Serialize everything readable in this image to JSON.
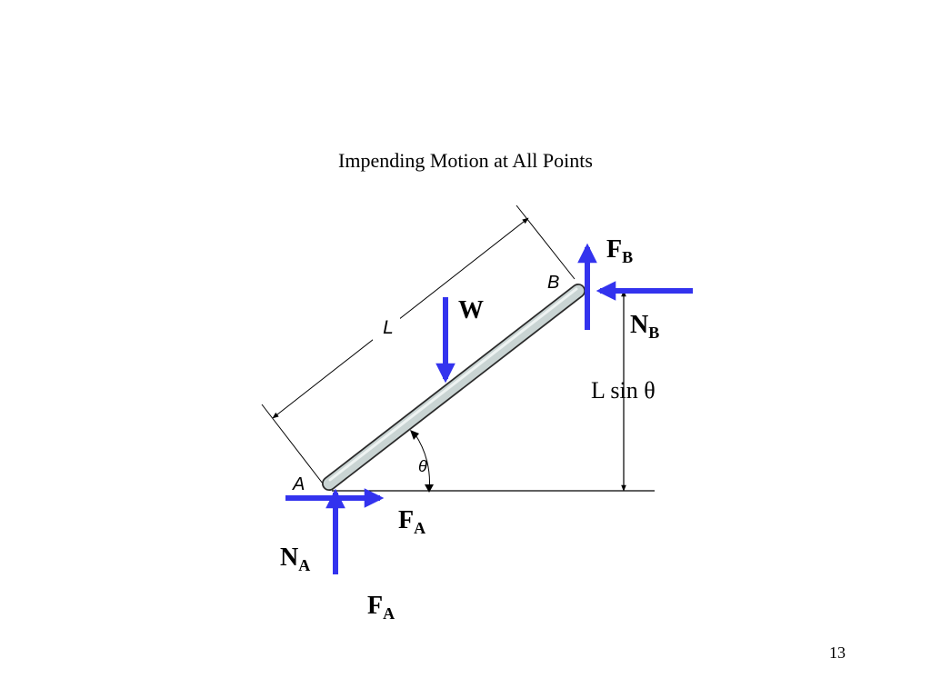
{
  "slide": {
    "title": "Impending Motion at All Points",
    "page_number": "13"
  },
  "colors": {
    "force_arrow": "#3333ee",
    "rod_fill": "#c9d4d3",
    "rod_outline": "#2a2a2a",
    "line": "#000000"
  },
  "diagram": {
    "labels": {
      "weight": "W",
      "friction_b": {
        "main": "F",
        "sub": "B"
      },
      "normal_b": {
        "main": "N",
        "sub": "B"
      },
      "friction_a": {
        "main": "F",
        "sub": "A"
      },
      "normal_a": {
        "main": "N",
        "sub": "A"
      },
      "friction_a_lower": {
        "main": "F",
        "sub": "A"
      },
      "height_dimension": "L sin θ",
      "length_dimension": "L",
      "angle": "θ",
      "point_a": "A",
      "point_b": "B"
    },
    "icons": {
      "force_arrows": "arrow-icon",
      "dimension_arrows": "double-arrow-icon"
    }
  }
}
